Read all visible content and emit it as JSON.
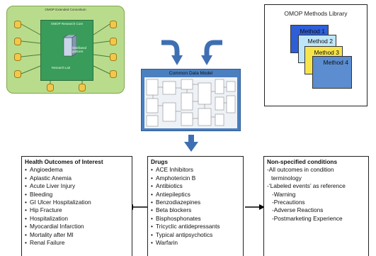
{
  "consortium": {
    "title": "OMOP Extended Consortium",
    "core_label": "OMOP Research Core",
    "lab_label": "Research Lab",
    "partner_label": "Distributed partners"
  },
  "methods_library": {
    "title": "OMOP Methods Library",
    "methods": [
      "Method 1",
      "Method 2",
      "Method 3",
      "Method 4"
    ],
    "colors": [
      "#2e5fd8",
      "#bfe6f8",
      "#f7e44a",
      "#5b8dd0"
    ]
  },
  "cdm": {
    "title": "Common Data Model"
  },
  "health_outcomes": {
    "title": "Health Outcomes of Interest",
    "items": [
      "Angioedema",
      "Aplastic Anemia",
      "Acute Liver Injury",
      "Bleeding",
      "GI Ulcer Hospitalization",
      "Hip Fracture",
      "Hospitalization",
      "Myocardial Infarction",
      "Mortality after MI",
      "Renal Failure"
    ]
  },
  "drugs": {
    "title": "Drugs",
    "items": [
      "ACE Inhibitors",
      "Amphotericin B",
      "Antibiotics",
      "Antiepileptics",
      "Benzodiazepines",
      "Beta blockers",
      "Bisphosphonates",
      "Tricyclic antidepressants",
      "Typical antipsychotics",
      "Warfarin"
    ]
  },
  "non_specified": {
    "title": "Non-specified conditions",
    "line1": "-All outcomes in condition",
    "line2": "terminology",
    "line3": "-‘Labeled events’ as reference",
    "sub_items": [
      "-Warning",
      "-Precautions",
      "-Adverse Reactions",
      "-Postmarketing Experience"
    ]
  },
  "colors": {
    "arrow": "#3f6fb3",
    "cdm": "#4a7fc0",
    "consortium_bg": "#b9dc8c",
    "core": "#3a9c5a"
  }
}
